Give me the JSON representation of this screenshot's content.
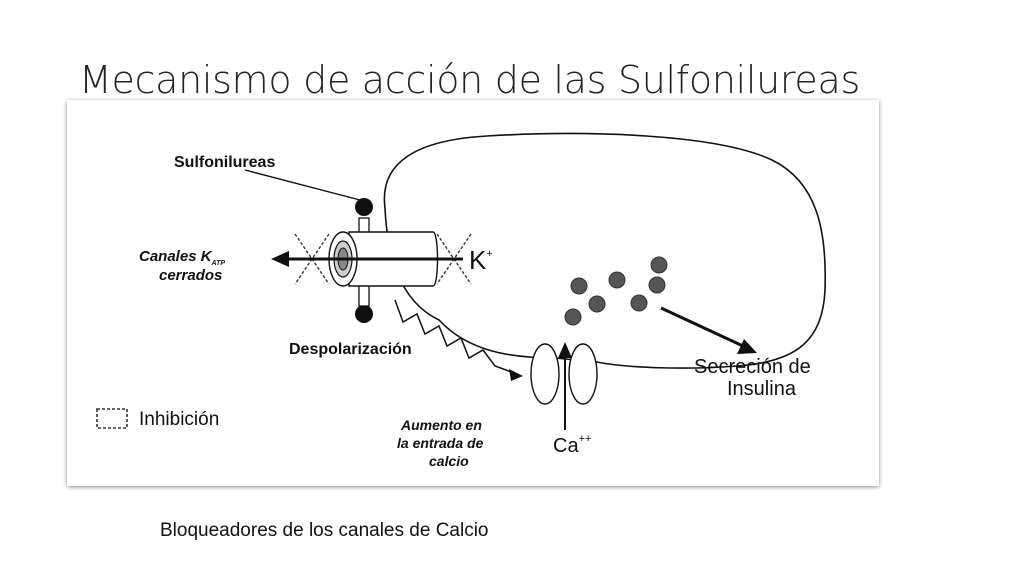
{
  "slide": {
    "title": "Mecanismo de acción de las Sulfonilureas",
    "subtitle": "Bloqueadores de los canales de Calcio"
  },
  "diagram": {
    "labels": {
      "sulfonilureas": "Sulfonilureas",
      "canales_line1": "Canales K",
      "canales_sub": "ATP",
      "canales_line2": "cerrados",
      "k_ion": "K",
      "k_charge": "+",
      "despolarizacion": "Despolarización",
      "aumento_line1": "Aumento en",
      "aumento_line2": "la entrada de",
      "aumento_line3": "calcio",
      "ca_ion": "Ca",
      "ca_charge": "++",
      "secrecion_line1": "Secreción de",
      "secrecion_line2": "Insulina",
      "legend": "Inhibición"
    },
    "colors": {
      "granule": "#555555",
      "stroke": "#111111",
      "channel_fill": "#888888"
    }
  }
}
